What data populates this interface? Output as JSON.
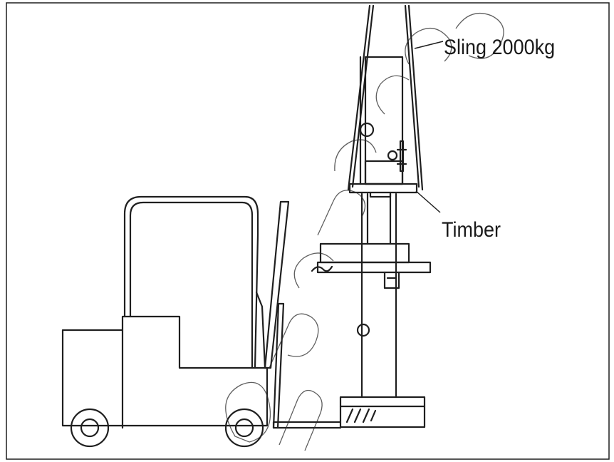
{
  "labels": {
    "sling": "Sling 2000kg",
    "timber": "Timber"
  },
  "watermark": {
    "text": "ndsparesʘ"
  },
  "colors": {
    "ink": "#1f1f1f",
    "background": "#ffffff"
  }
}
